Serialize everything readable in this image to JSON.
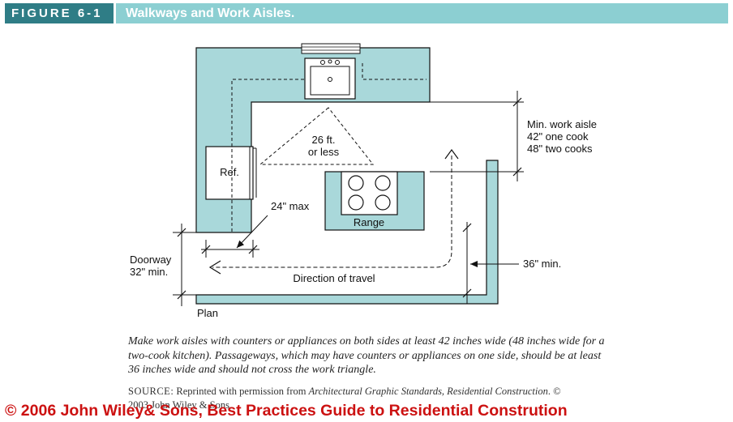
{
  "header": {
    "figure_label": "FIGURE 6-1",
    "title": "Walkways and Work Aisles."
  },
  "diagram": {
    "triangle_label_line1": "26 ft.",
    "triangle_label_line2": "or less",
    "ref_label": "Ref.",
    "range_label": "Range",
    "max_label": "24\" max",
    "aisle_line1": "Min. work aisle",
    "aisle_line2": "42\" one cook",
    "aisle_line3": "48\" two cooks",
    "doorway_line1": "Doorway",
    "doorway_line2": "32\" min.",
    "passage_label": "36\" min.",
    "travel_label": "Direction of travel",
    "plan_label": "Plan",
    "colors": {
      "counter_fill": "#a9d8da",
      "line": "#111111",
      "header_dark": "#2f7d86",
      "header_light": "#8ccfd2",
      "copyright": "#cc1111"
    }
  },
  "caption": "Make work aisles with counters or appliances on both sides at least 42 inches wide (48 inches wide for a two-cook kitchen). Passageways, which may have counters or appliances on one side, should be at least 36 inches wide and should not cross the work triangle.",
  "source": {
    "label": "SOURCE:",
    "text": " Reprinted with permission from ",
    "title": "Architectural Graphic Standards, Residential Construction",
    "rest": ". © 2003 John Wiley & Sons."
  },
  "copyright": "© 2006 John Wiley& Sons, Best Practices Guide to Residential Constrution"
}
